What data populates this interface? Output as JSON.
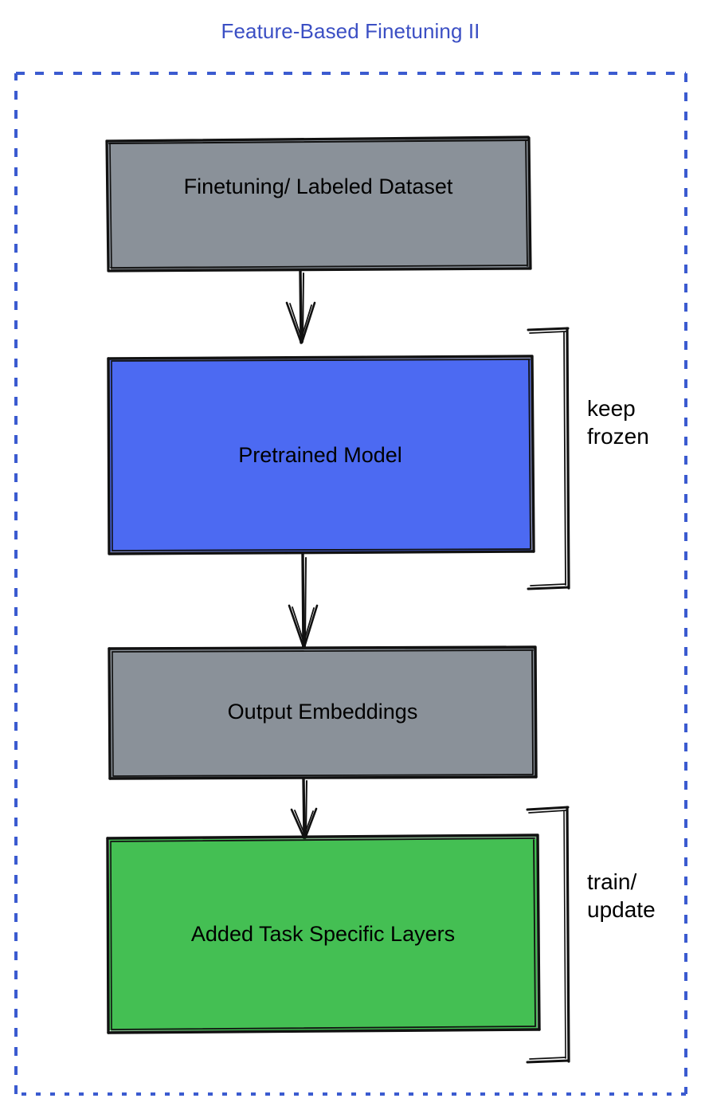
{
  "title": "Feature-Based Finetuning II",
  "colors": {
    "title_blue": "#3b4fc4",
    "border_dashed": "#3b5bd0",
    "gray_fill": "#8a9199",
    "blue_fill": "#4c6af2",
    "green_fill": "#44bf53",
    "stroke": "#000000",
    "background": "#ffffff"
  },
  "container": {
    "name": "dashed-container",
    "style": "dotted-border"
  },
  "nodes": [
    {
      "id": "finetuning-dataset",
      "label": "Finetuning/ Labeled Dataset",
      "fill": "#8a9199",
      "shape": "rectangle"
    },
    {
      "id": "pretrained-model",
      "label": "Pretrained Model",
      "fill": "#4c6af2",
      "shape": "rectangle"
    },
    {
      "id": "output-embeddings",
      "label": "Output Embeddings",
      "fill": "#8a9199",
      "shape": "rectangle"
    },
    {
      "id": "added-task-layers",
      "label": "Added Task Specific Layers",
      "fill": "#44bf53",
      "shape": "rectangle"
    }
  ],
  "brackets": [
    {
      "id": "keep-frozen",
      "label_line1": "keep",
      "label_line2": "frozen",
      "targets": "pretrained-model"
    },
    {
      "id": "train-update",
      "label_line1": "train/",
      "label_line2": "update",
      "targets": "added-task-layers"
    }
  ],
  "arrows": [
    {
      "id": "arrow-dataset-to-model",
      "from": "finetuning-dataset",
      "to": "pretrained-model",
      "direction": "down"
    },
    {
      "id": "arrow-model-to-embeddings",
      "from": "pretrained-model",
      "to": "output-embeddings",
      "direction": "down"
    },
    {
      "id": "arrow-embeddings-to-layers",
      "from": "output-embeddings",
      "to": "added-task-layers",
      "direction": "down"
    }
  ]
}
